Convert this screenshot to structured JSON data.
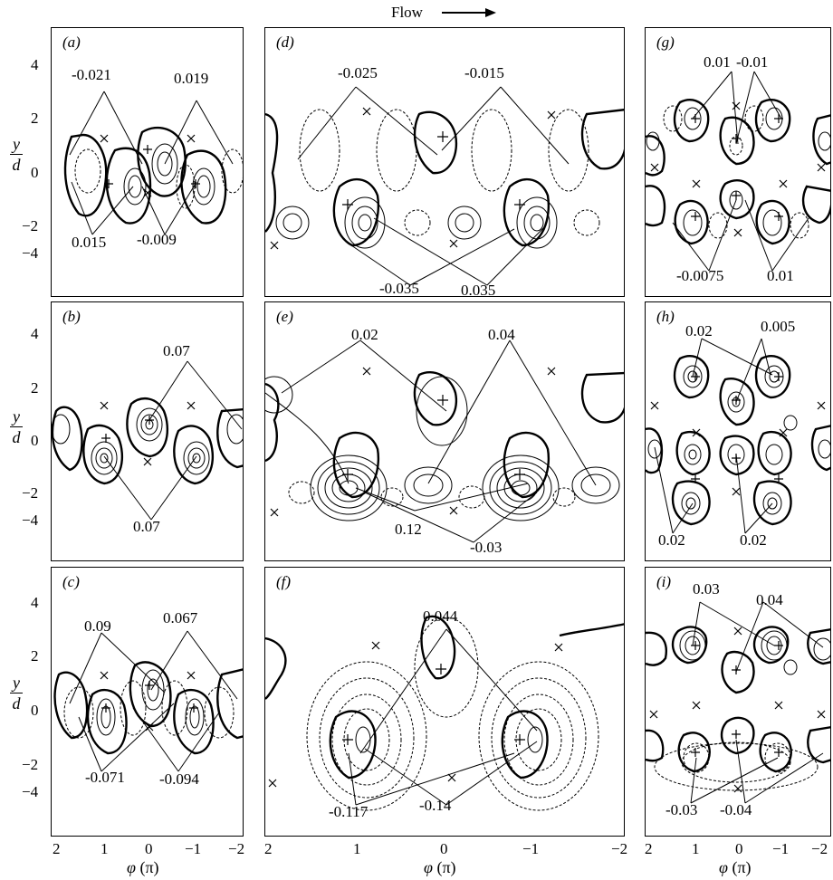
{
  "header": {
    "flow_label": "Flow"
  },
  "axes": {
    "y_label_num": "y",
    "y_label_den": "d",
    "y_ticks": [
      "4",
      "2",
      "0",
      "−2",
      "−4"
    ],
    "x_ticks": [
      "2",
      "1",
      "0",
      "−1",
      "−2"
    ],
    "x_label": "φ",
    "x_unit": "(π)"
  },
  "panels": [
    {
      "id": "a",
      "label": "(a)",
      "annotations": [
        "-0.021",
        "0.019",
        "0.015",
        "-0.009"
      ]
    },
    {
      "id": "b",
      "label": "(b)",
      "annotations": [
        "0.07",
        "0.07"
      ]
    },
    {
      "id": "c",
      "label": "(c)",
      "annotations": [
        "0.09",
        "0.067",
        "-0.071",
        "-0.094"
      ]
    },
    {
      "id": "d",
      "label": "(d)",
      "annotations": [
        "-0.025",
        "-0.015",
        "-0.035",
        "0.035"
      ]
    },
    {
      "id": "e",
      "label": "(e)",
      "annotations": [
        "0.02",
        "0.04",
        "0.12",
        "-0.03"
      ]
    },
    {
      "id": "f",
      "label": "(f)",
      "annotations": [
        "0.044",
        "-0.117",
        "-0.14"
      ]
    },
    {
      "id": "g",
      "label": "(g)",
      "annotations": [
        "0.01",
        "-0.01",
        "-0.0075",
        "0.01"
      ]
    },
    {
      "id": "h",
      "label": "(h)",
      "annotations": [
        "0.02",
        "0.005",
        "0.02",
        "0.02"
      ]
    },
    {
      "id": "i",
      "label": "(i)",
      "annotations": [
        "0.03",
        "0.04",
        "-0.03",
        "-0.04"
      ]
    }
  ]
}
